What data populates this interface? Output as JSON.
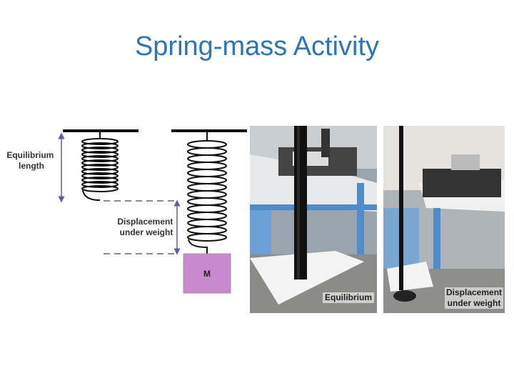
{
  "title": "Spring-mass Activity",
  "diagram": {
    "equilibrium_label_line1": "Equilibrium",
    "equilibrium_label_line2": "length",
    "displacement_label_line1": "Displacement",
    "displacement_label_line2": "under weight",
    "mass_label": "M",
    "mass_color": "#c889cf",
    "arrow_color": "#5a5f99"
  },
  "photo_left": {
    "caption": "Equilibrium"
  },
  "photo_right": {
    "caption_line1": "Displacement",
    "caption_line2": "under weight"
  }
}
